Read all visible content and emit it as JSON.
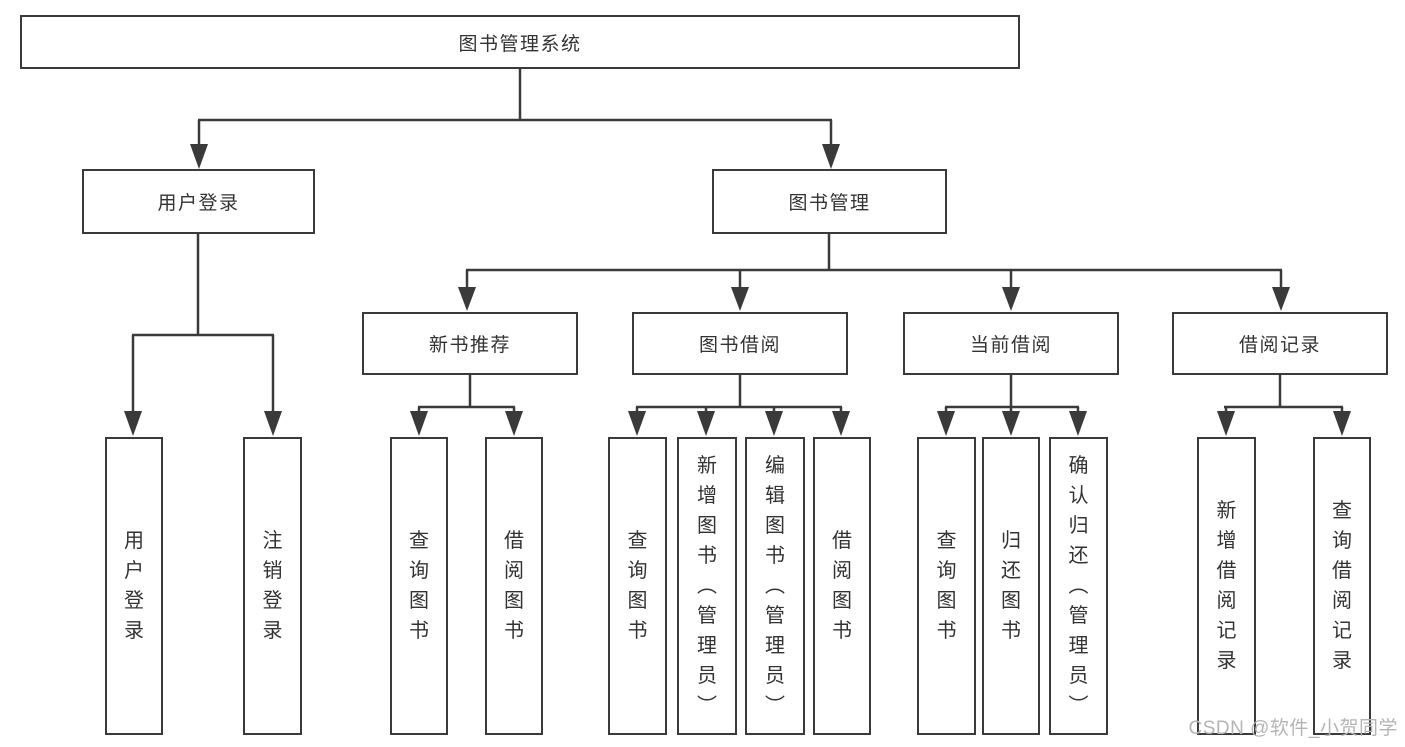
{
  "diagram": {
    "title": "图书管理系统",
    "tree": {
      "label": "图书管理系统",
      "children": [
        {
          "label": "用户登录",
          "children": [
            {
              "label": "用户登录"
            },
            {
              "label": "注销登录"
            }
          ]
        },
        {
          "label": "图书管理",
          "children": [
            {
              "label": "新书推荐",
              "children": [
                {
                  "label": "查询图书"
                },
                {
                  "label": "借阅图书"
                }
              ]
            },
            {
              "label": "图书借阅",
              "children": [
                {
                  "label": "查询图书"
                },
                {
                  "label": "新增图书（管理员）"
                },
                {
                  "label": "编辑图书（管理员）"
                },
                {
                  "label": "借阅图书"
                }
              ]
            },
            {
              "label": "当前借阅",
              "children": [
                {
                  "label": "查询图书"
                },
                {
                  "label": "归还图书"
                },
                {
                  "label": "确认归还（管理员）"
                }
              ]
            },
            {
              "label": "借阅记录",
              "children": [
                {
                  "label": "新增借阅记录"
                },
                {
                  "label": "查询借阅记录"
                }
              ]
            }
          ]
        }
      ]
    },
    "watermark": "CSDN @软件_小贺同学",
    "colors": {
      "line": "#3a3a3a",
      "border": "#3a3a3a",
      "text": "#333333",
      "watermark": "#b4b4b4",
      "background": "#ffffff"
    }
  }
}
